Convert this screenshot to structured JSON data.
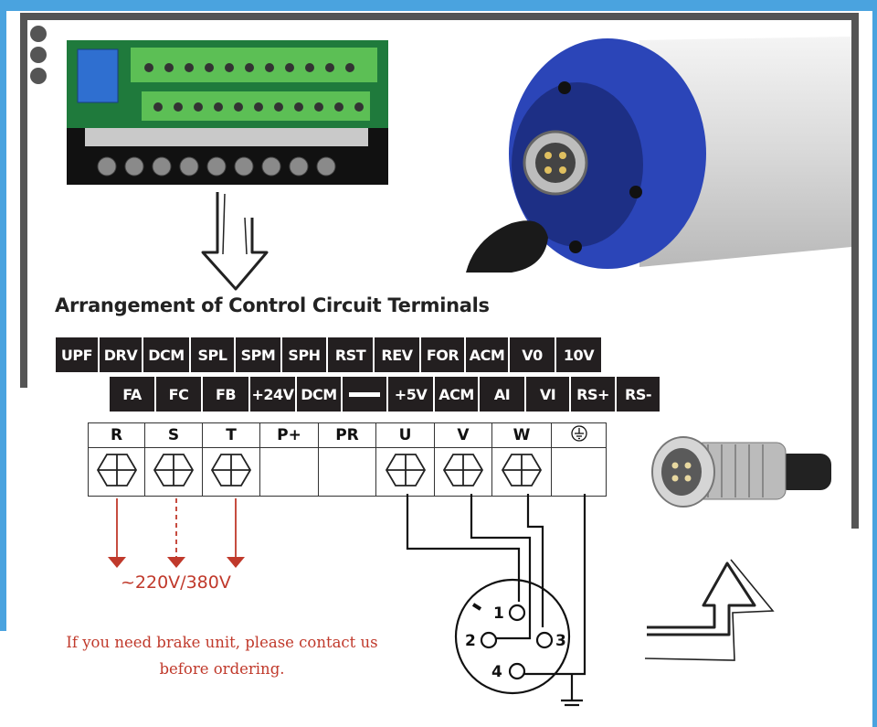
{
  "heading": "Arrangement of Control Circuit Terminals",
  "control_row1": [
    "UPF",
    "DRV",
    "DCM",
    "SPL",
    "SPM",
    "SPH",
    "RST",
    "REV",
    "FOR",
    "ACM",
    "V0",
    "10V"
  ],
  "control_row2": [
    "FA",
    "FC",
    "FB",
    "+24V",
    "DCM",
    "",
    "+5V",
    "ACM",
    "AI",
    "VI",
    "RS+",
    "RS-"
  ],
  "power_terminals": [
    "R",
    "S",
    "T",
    "P+",
    "PR",
    "U",
    "V",
    "W",
    ""
  ],
  "voltage": "~220V/380V",
  "note": "If you need brake unit, please contact us before ordering.",
  "connector_pins": [
    "1",
    "2",
    "3",
    "4"
  ],
  "colors": {
    "terminal_bg": "#231f20",
    "accent_red": "#c0392b",
    "frame_blue": "#4aa3df",
    "frame_gray": "#555555",
    "spindle_blue": "#2b45b8"
  }
}
